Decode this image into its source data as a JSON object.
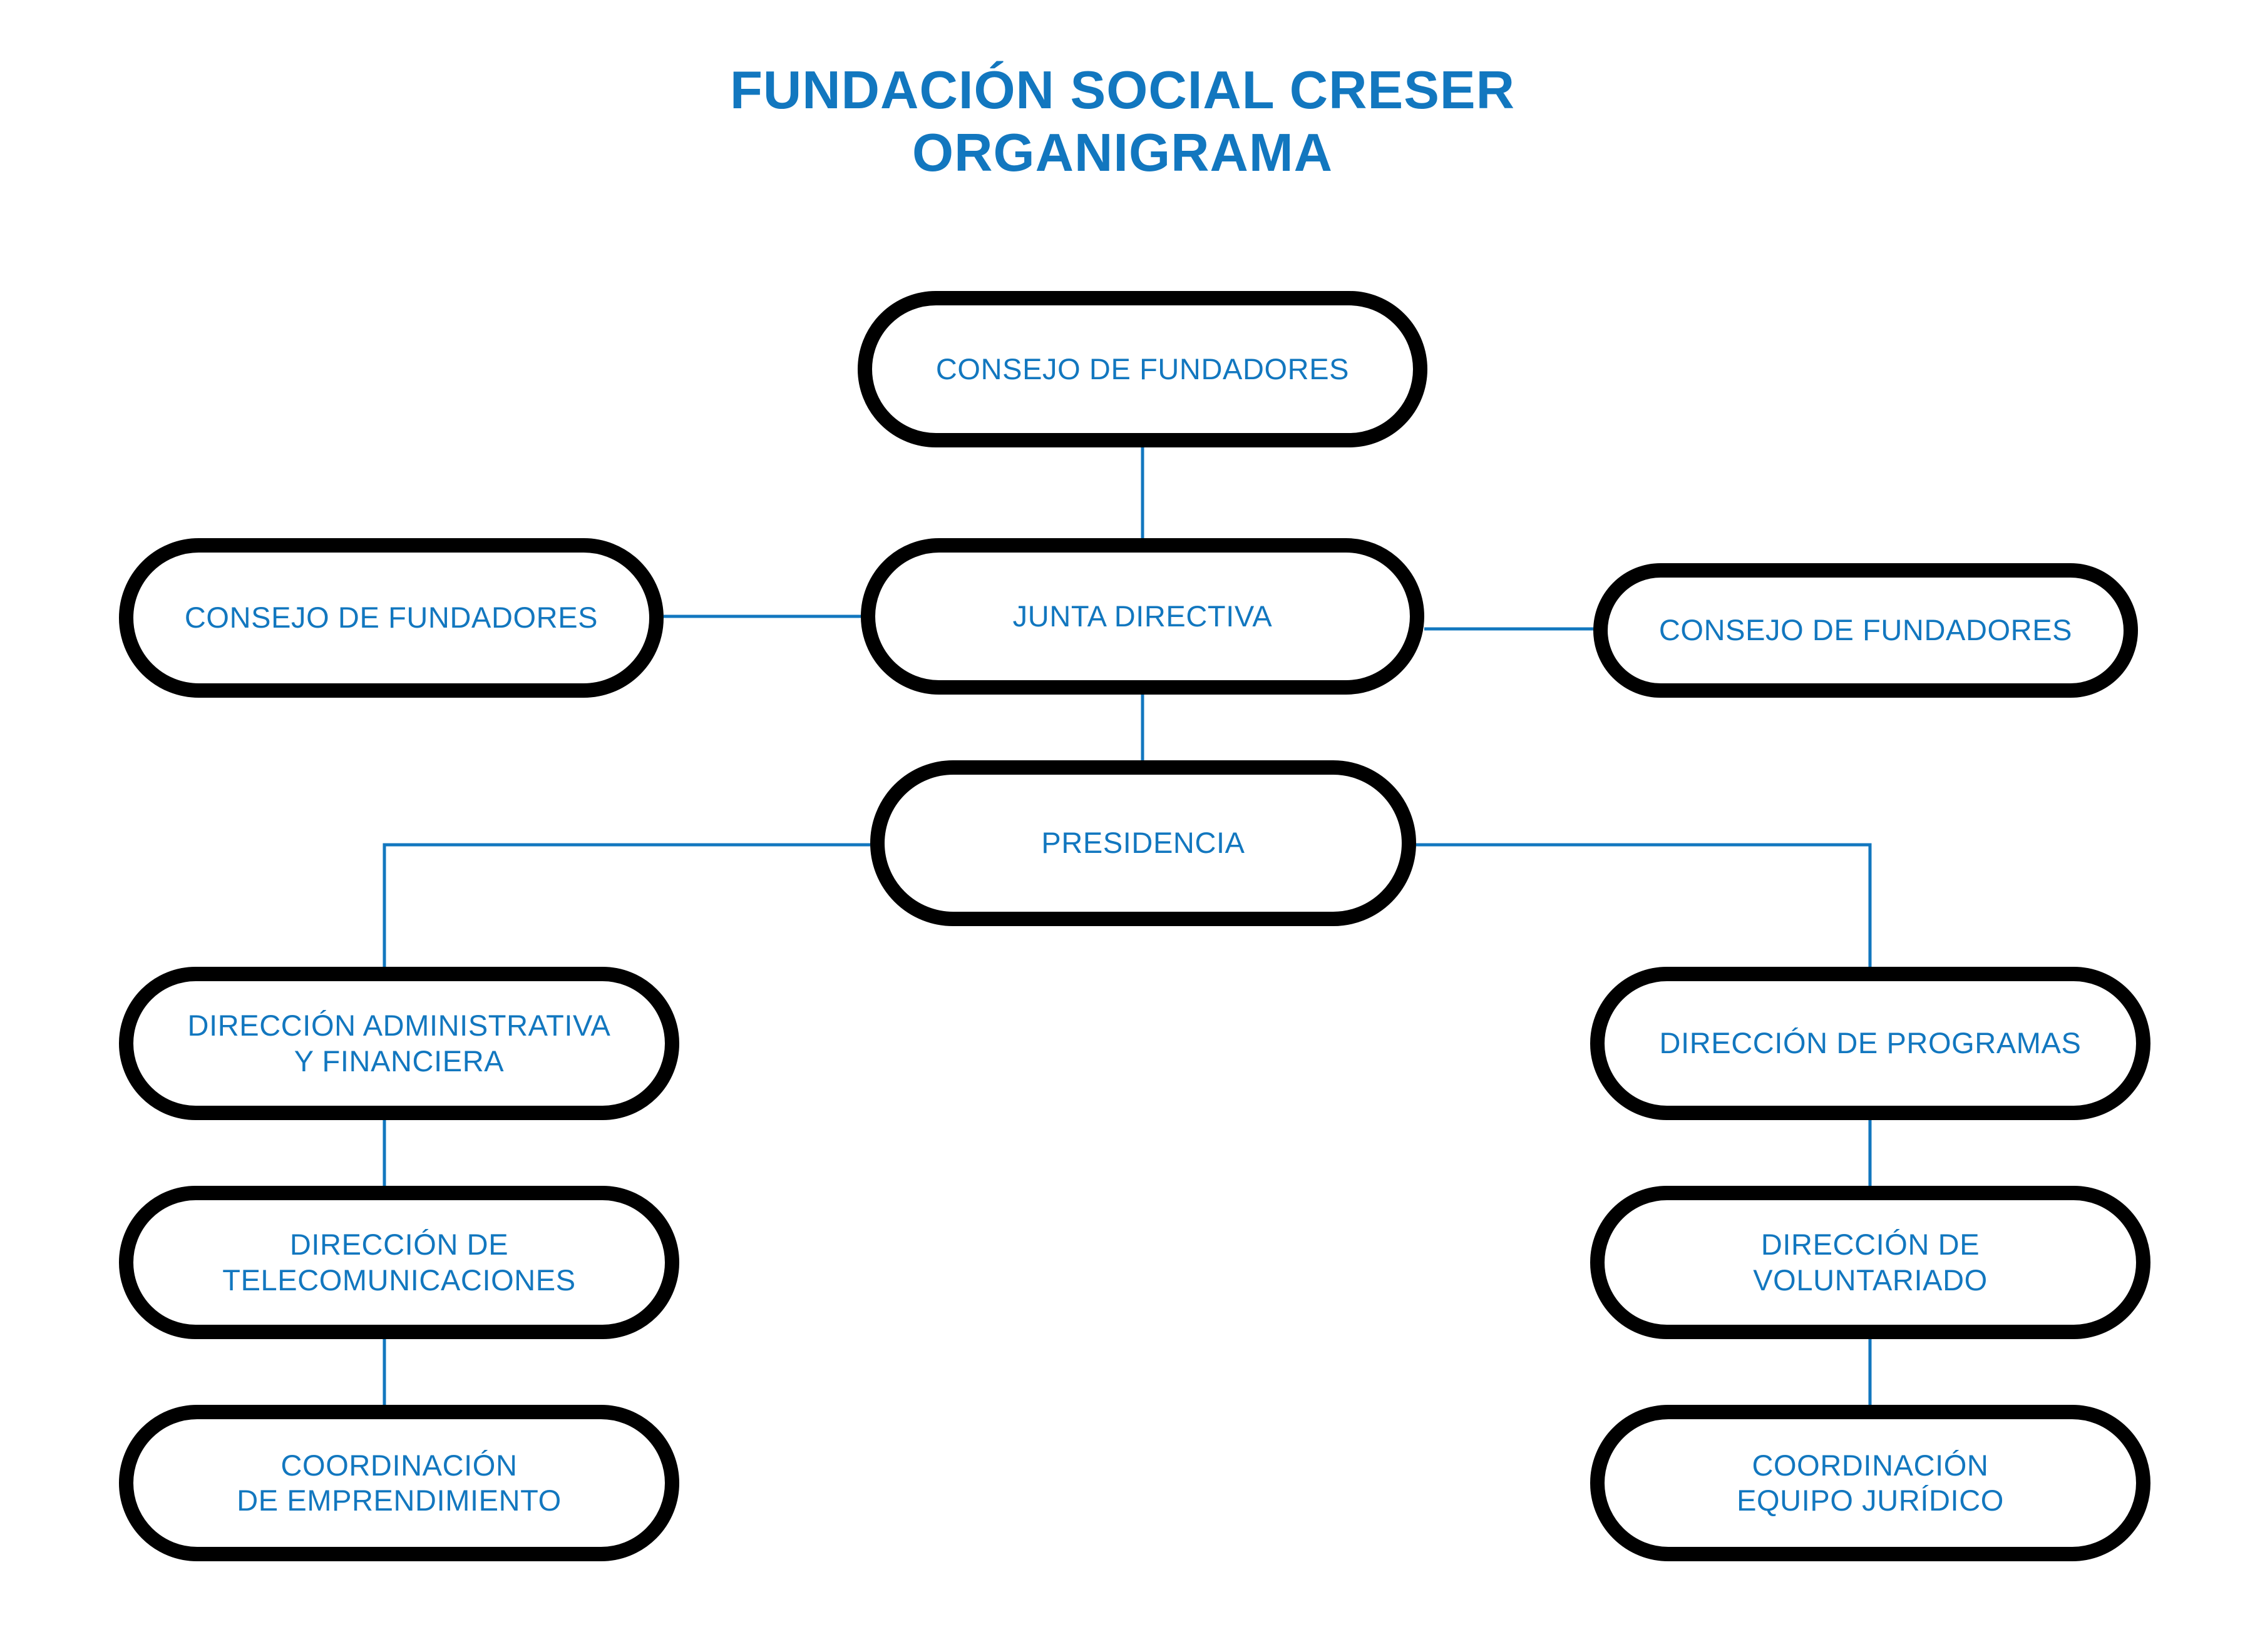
{
  "title": {
    "line1": "FUNDACIÓN SOCIAL CRESER",
    "line2": "ORGANIGRAMA"
  },
  "colors": {
    "accent_blue": "#1277bf",
    "node_border": "#000000",
    "node_fill": "#ffffff",
    "connector": "#1277bf",
    "background": "#ffffff"
  },
  "chart_data": {
    "type": "diagram",
    "diagram_kind": "organizational-chart",
    "title": "FUNDACIÓN SOCIAL CRESER ORGANIGRAMA",
    "nodes": [
      {
        "id": "consejo-top",
        "label": "CONSEJO DE FUNDADORES",
        "level": 0
      },
      {
        "id": "consejo-left",
        "label": "CONSEJO DE FUNDADORES",
        "level": 1
      },
      {
        "id": "junta-directiva",
        "label": "JUNTA DIRECTIVA",
        "level": 1
      },
      {
        "id": "consejo-right",
        "label": "CONSEJO DE FUNDADORES",
        "level": 1
      },
      {
        "id": "presidencia",
        "label": "PRESIDENCIA",
        "level": 2
      },
      {
        "id": "dir-admin",
        "label": "DIRECCIÓN ADMINISTRATIVA\nY FINANCIERA",
        "level": 3
      },
      {
        "id": "dir-telecom",
        "label": "DIRECCIÓN DE\nTELECOMUNICACIONES",
        "level": 4
      },
      {
        "id": "coord-emprend",
        "label": "COORDINACIÓN\nDE EMPRENDIMIENTO",
        "level": 5
      },
      {
        "id": "dir-programas",
        "label": "DIRECCIÓN DE PROGRAMAS",
        "level": 3
      },
      {
        "id": "dir-voluntariado",
        "label": "DIRECCIÓN DE\nVOLUNTARIADO",
        "level": 4
      },
      {
        "id": "coord-juridico",
        "label": "COORDINACIÓN\nEQUIPO JURÍDICO",
        "level": 5
      }
    ],
    "edges": [
      {
        "from": "consejo-top",
        "to": "junta-directiva"
      },
      {
        "from": "consejo-left",
        "to": "junta-directiva"
      },
      {
        "from": "junta-directiva",
        "to": "consejo-right"
      },
      {
        "from": "junta-directiva",
        "to": "presidencia"
      },
      {
        "from": "presidencia",
        "to": "dir-admin"
      },
      {
        "from": "presidencia",
        "to": "dir-programas"
      },
      {
        "from": "dir-admin",
        "to": "dir-telecom"
      },
      {
        "from": "dir-telecom",
        "to": "coord-emprend"
      },
      {
        "from": "dir-programas",
        "to": "dir-voluntariado"
      },
      {
        "from": "dir-voluntariado",
        "to": "coord-juridico"
      }
    ]
  },
  "nodes": {
    "consejo_top": {
      "label": "CONSEJO DE FUNDADORES"
    },
    "consejo_left": {
      "label": "CONSEJO DE FUNDADORES"
    },
    "junta_directiva": {
      "label": "JUNTA DIRECTIVA"
    },
    "consejo_right": {
      "label": "CONSEJO DE FUNDADORES"
    },
    "presidencia": {
      "label": "PRESIDENCIA"
    },
    "dir_admin": {
      "label": "DIRECCIÓN ADMINISTRATIVA\nY FINANCIERA"
    },
    "dir_telecom": {
      "label": "DIRECCIÓN DE\nTELECOMUNICACIONES"
    },
    "coord_emprend": {
      "label": "COORDINACIÓN\nDE EMPRENDIMIENTO"
    },
    "dir_programas": {
      "label": "DIRECCIÓN DE PROGRAMAS"
    },
    "dir_voluntariado": {
      "label": "DIRECCIÓN DE\nVOLUNTARIADO"
    },
    "coord_juridico": {
      "label": "COORDINACIÓN\nEQUIPO JURÍDICO"
    }
  }
}
